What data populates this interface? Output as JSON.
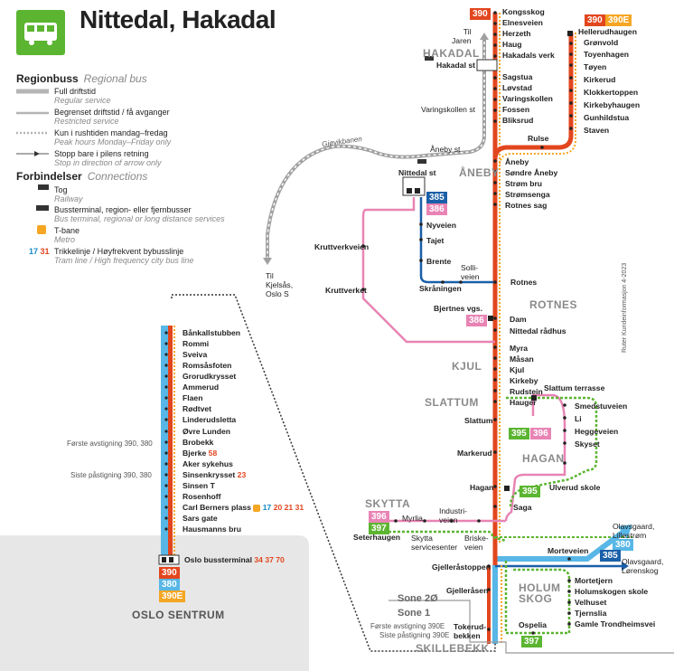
{
  "title": "Nittedal, Hakadal",
  "icons": {
    "bus": "bus-icon",
    "train": "train-icon",
    "bus_terminal": "bus-terminal-icon",
    "metro": "metro-icon"
  },
  "colors": {
    "red": "#e2461e",
    "orange": "#f5a623",
    "blue": "#1589c8",
    "darkblue": "#1a5fa8",
    "pink": "#e884b4",
    "green": "#5cb531",
    "lightblue": "#58b7e6",
    "grey": "#b5b5b5"
  },
  "legend": {
    "regionbuss": "Regionbuss",
    "regionbuss_en": "Regional bus",
    "items": [
      {
        "no": "Full driftstid",
        "en": "Regular service"
      },
      {
        "no": "Begrenset driftstid / få avganger",
        "en": "Restricted service"
      },
      {
        "no": "Kun i rushtiden mandag–fredag",
        "en": "Peak hours Monday–Friday only"
      },
      {
        "no": "Stopp bare i pilens retning",
        "en": "Stop in direction of arrow only"
      }
    ],
    "forbindelser": "Forbindelser",
    "forbindelser_en": "Connections",
    "conn": [
      {
        "no": "Tog",
        "en": "Railway"
      },
      {
        "no": "Bussterminal, region- eller fjernbusser",
        "en": "Bus terminal, regional or long distance services"
      },
      {
        "no": "T-bane",
        "en": "Metro"
      },
      {
        "no": "Trikkelinje / Høyfrekvent bybusslinje",
        "en": "Tram line / High frequency city bus line",
        "r1": "17",
        "r2": "31"
      }
    ]
  },
  "routes": {
    "r390": "390",
    "r390e": "390E",
    "r385": "385",
    "r386": "386",
    "r395": "395",
    "r396": "396",
    "r397": "397",
    "r380": "380"
  },
  "stops_top": [
    "Kongsskog",
    "Elnesveien",
    "Herzeth",
    "Haug",
    "Hakadals verk",
    "Hakadal st",
    "Sagstua",
    "Løvstad",
    "Varingskollen",
    "Fossen",
    "Bliksrud"
  ],
  "varingskollen_st": "Varingskollen st",
  "aneby_st": "Åneby st",
  "nittedal_st": "Nittedal st",
  "til_jaren": "Til\nJaren",
  "til_kjelsas": "Til\nKjelsås,\nOslo S",
  "gjovikbanen": "Gjøvikbanen",
  "stops_right": [
    "Hellerudhaugen",
    "Grønvold",
    "Toyenhagen",
    "Tøyen",
    "Kirkerud",
    "Klokkertoppen",
    "Kirkebyhaugen",
    "Gunhildstua",
    "Staven"
  ],
  "rulse": "Rulse",
  "aneby_stops": [
    "Åneby",
    "Søndre Åneby",
    "Strøm bru",
    "Strømsenga",
    "Rotnes sag"
  ],
  "blue_stops": [
    "Nyveien",
    "Tajet",
    "Brente"
  ],
  "sollis": "Solli-\nveien",
  "skraningen": "Skråningen",
  "rotnes": "Rotnes",
  "kruttverkveien": "Kruttverkveien",
  "kruttverket": "Kruttverket",
  "bjertnes": "Bjertnes vgs.",
  "main_stops": [
    "Dam",
    "Nittedal rådhus",
    "Myra",
    "Måsan",
    "Kjul",
    "Kirkeby",
    "Rudstein",
    "Hauger"
  ],
  "slattum": "Slattum",
  "slattum_terrasse": "Slattum terrasse",
  "hagan_stops": [
    "Smedstuveien",
    "Li",
    "Heggeveien",
    "Skyset"
  ],
  "markerud": "Markerud",
  "hagan": "Hagan",
  "ulverud": "Ulverud skole",
  "saga": "Saga",
  "seterhaugen": "Seterhaugen",
  "myrlia": "Myrlia",
  "industriveien": "Industri-\nveien",
  "skytta_sc": "Skytta\nservicesenter",
  "briskeveien": "Briske-\nveien",
  "morteveien": "Morteveien",
  "olavsgaard_lillestrom": "Olavsgaard,\nLillestrøm",
  "olavsgaard_lorenskog": "Olavsgaard,\nLørenskog",
  "gjelleraastoppen": "Gjelleråstoppen",
  "gjellerasen": "Gjelleråsen",
  "holum_stops": [
    "Mortetjern",
    "Holumskogen skole",
    "Velhuset",
    "Tjernslia",
    "Gamle Trondheimsvei"
  ],
  "ospelia": "Ospelia",
  "tokerudbekken": "Tokerud-\nbekken",
  "sone20": "Sone 2Ø",
  "sone1": "Sone 1",
  "forste390e": "Første avstigning 390E",
  "siste390e": "Siste påstigning 390E",
  "areas": {
    "hakadal": "HAKADAL",
    "aneby": "ÅNEBY",
    "rotnes": "ROTNES",
    "kjul": "KJUL",
    "slattum": "SLATTUM",
    "hagan": "HAGAN",
    "skytta": "SKYTTA",
    "holumskog": "HOLUM\nSKOG",
    "skillebekk": "SKILLEBEKK",
    "oslo": "OSLO SENTRUM"
  },
  "oslo_stops": [
    "Bånkallstubben",
    "Rommi",
    "Sveiva",
    "Romsåsfoten",
    "Grorudkrysset",
    "Ammerud",
    "Flaen",
    "Rødtvet",
    "Linderudsletta",
    "Øvre Lunden",
    "Brobekk",
    "Bjerke",
    "Aker sykehus",
    "Sinsenkrysset",
    "Sinsen T",
    "Rosenhoff",
    "Carl Berners plass",
    "Sars gate",
    "Hausmanns bru"
  ],
  "oslo_bussterminal": "Oslo bussterminal",
  "bjerke_extra": "58",
  "sinsen_extra": "23",
  "carl_extra": {
    "b": "17",
    "r": "20 21 31"
  },
  "terminal_extra": "34 37 70",
  "forste_oslo": "Første avstigning 390, 380",
  "siste_oslo": "Siste påstigning 390, 380",
  "credit": "Ruter Kundeinformasjon 4-2023"
}
